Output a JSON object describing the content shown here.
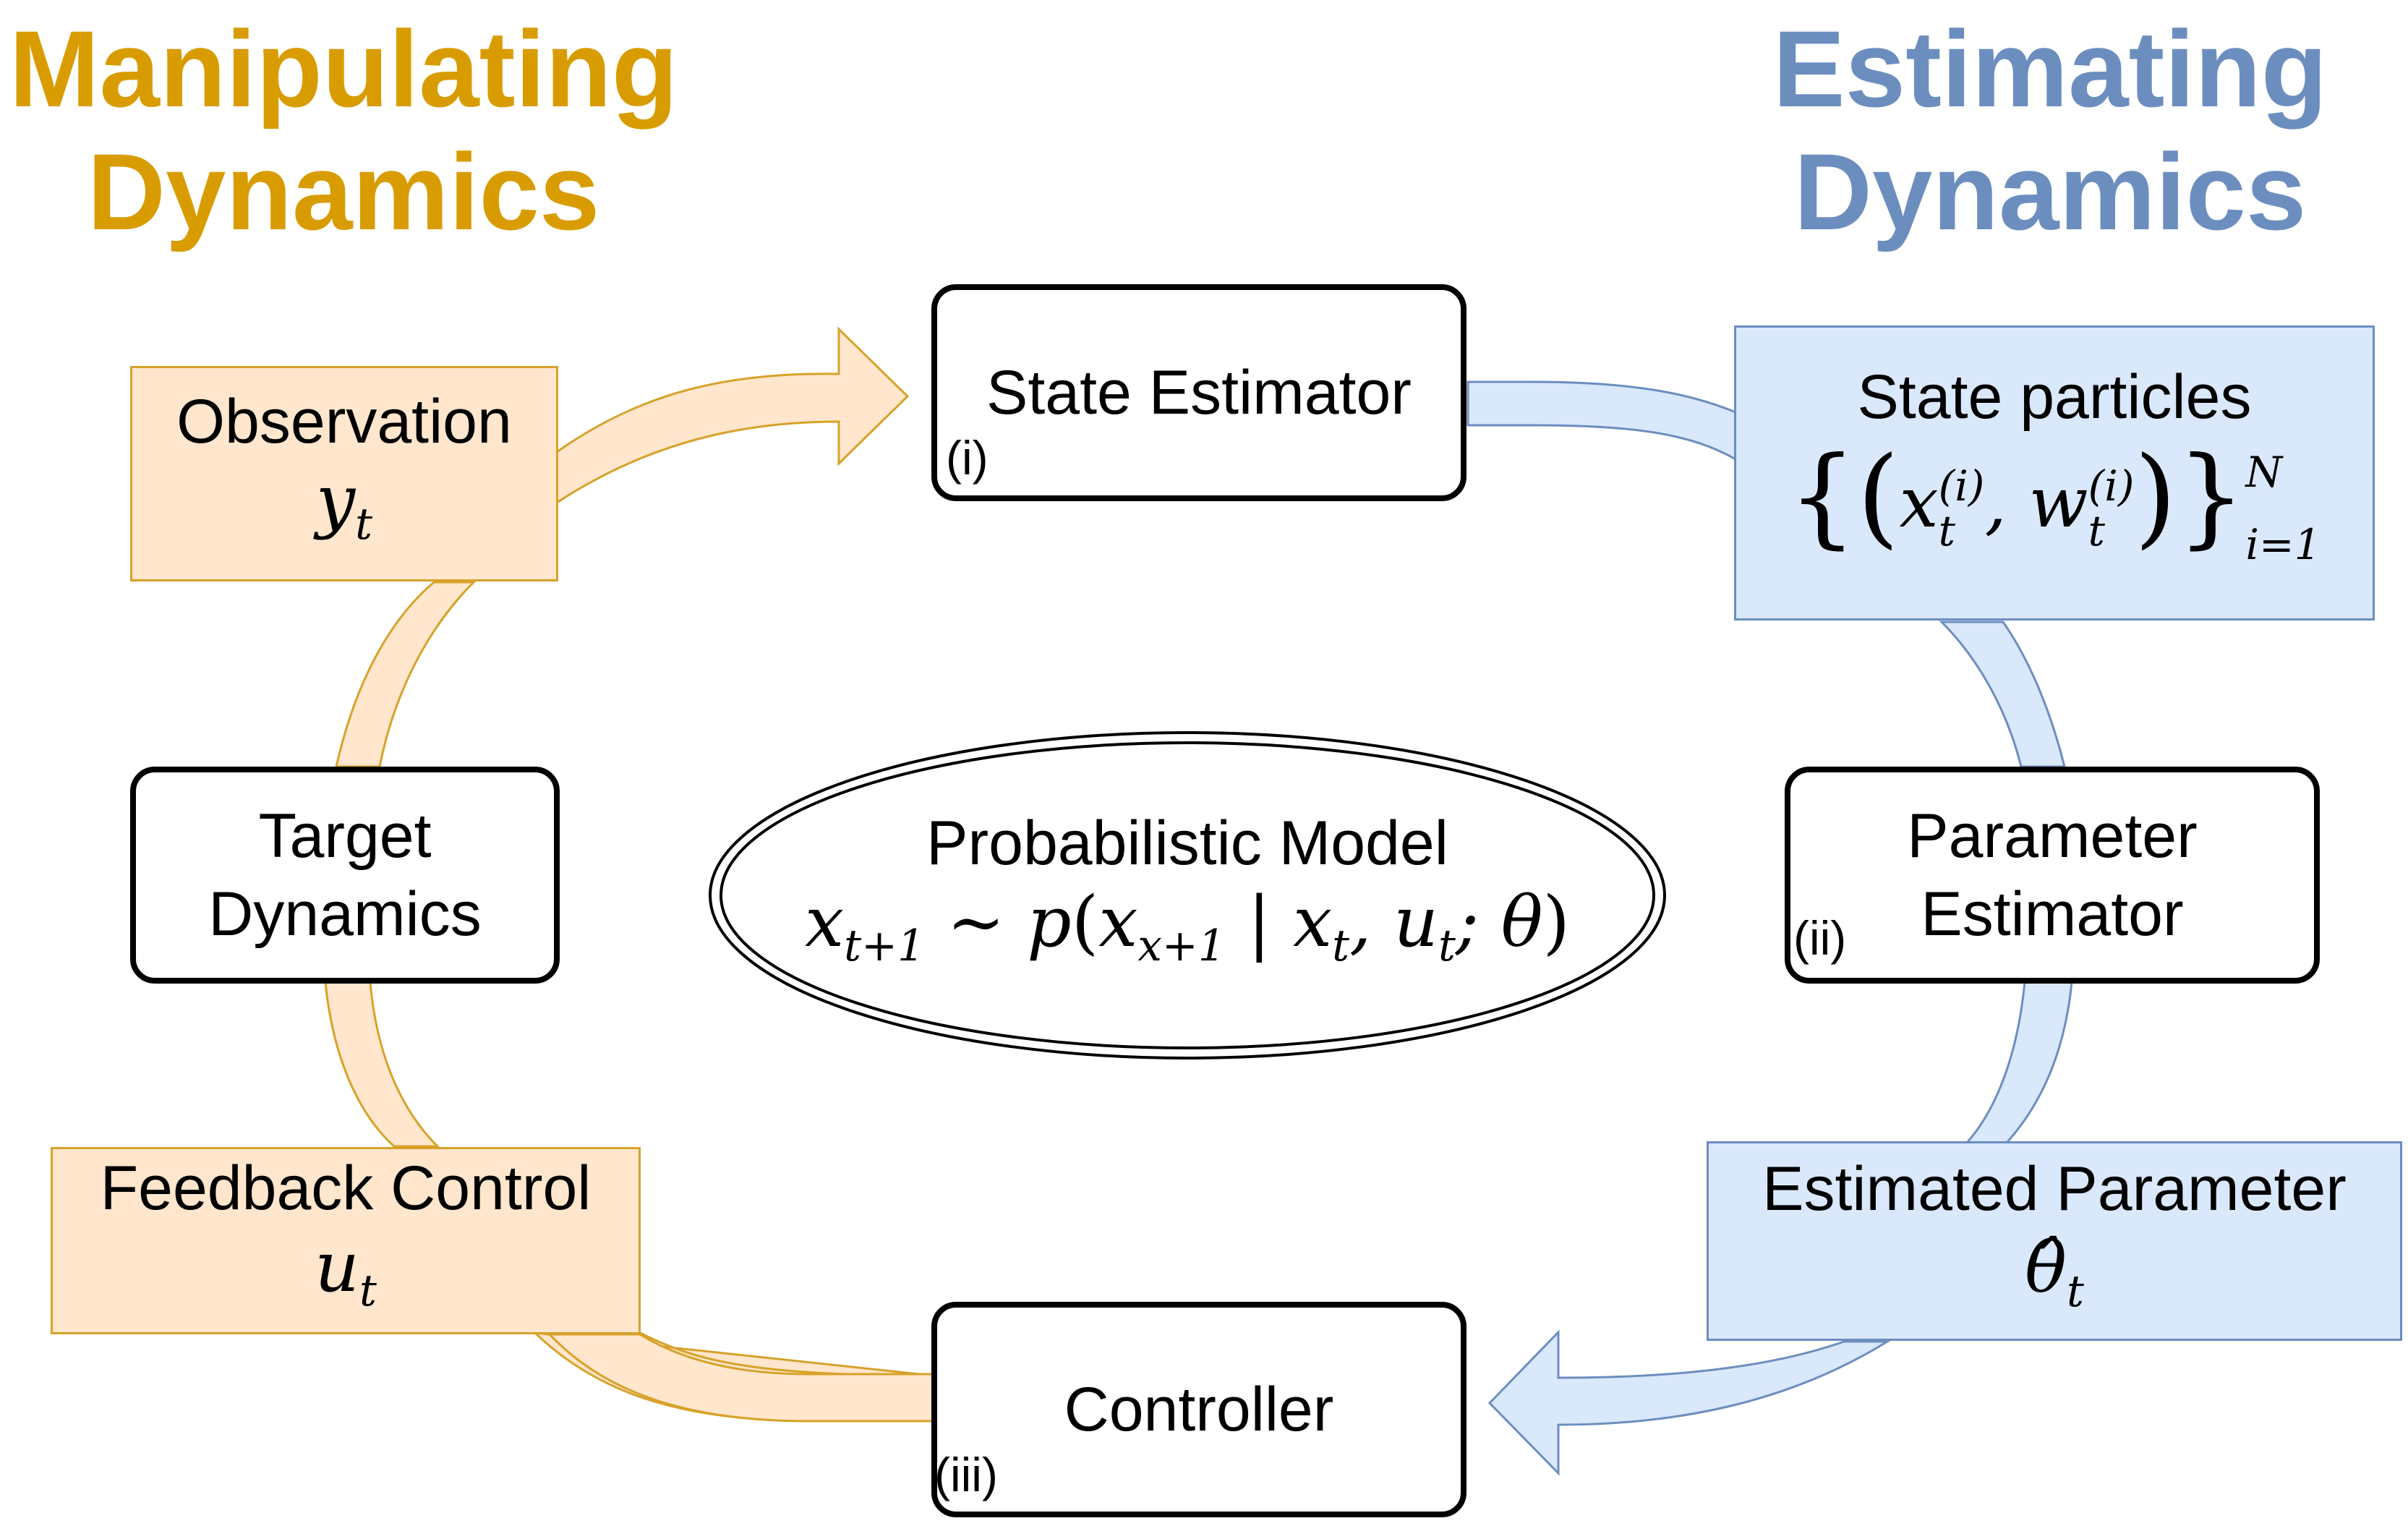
{
  "headings": {
    "manipulating": [
      "Manipulating",
      "Dynamics"
    ],
    "estimating": [
      "Estimating",
      "Dynamics"
    ]
  },
  "nodes": {
    "state_estimator": {
      "label": "State Estimator",
      "tag": "(i)"
    },
    "parameter_estimator": {
      "label": [
        "Parameter",
        "Estimator"
      ],
      "tag": "(ii)"
    },
    "controller": {
      "label": "Controller",
      "tag": "(iii)"
    },
    "target_dynamics": {
      "label": [
        "Target",
        "Dynamics"
      ]
    },
    "observation": {
      "label": "Observation",
      "math": "y_t"
    },
    "feedback_control": {
      "label": "Feedback Control",
      "math": "u_t"
    },
    "state_particles": {
      "label": "State particles",
      "math": "{ ( x_t^(i), w_t^(i) ) }_{i=1}^N"
    },
    "estimated_parameter": {
      "label": "Estimated Parameter",
      "math": "θ̂_t"
    },
    "probabilistic_model": {
      "label": "Probabilistic Model",
      "math": "x_{t+1} ~ p(x_{x+1} | x_t, u_t; θ)"
    }
  },
  "colors": {
    "manipulating": "#D99C00",
    "estimating": "#6C8EBF",
    "orange_fill": "#FFE6CC",
    "orange_stroke": "#D7A22A",
    "blue_fill": "#DAE8FC",
    "blue_stroke": "#6C8EBF"
  }
}
